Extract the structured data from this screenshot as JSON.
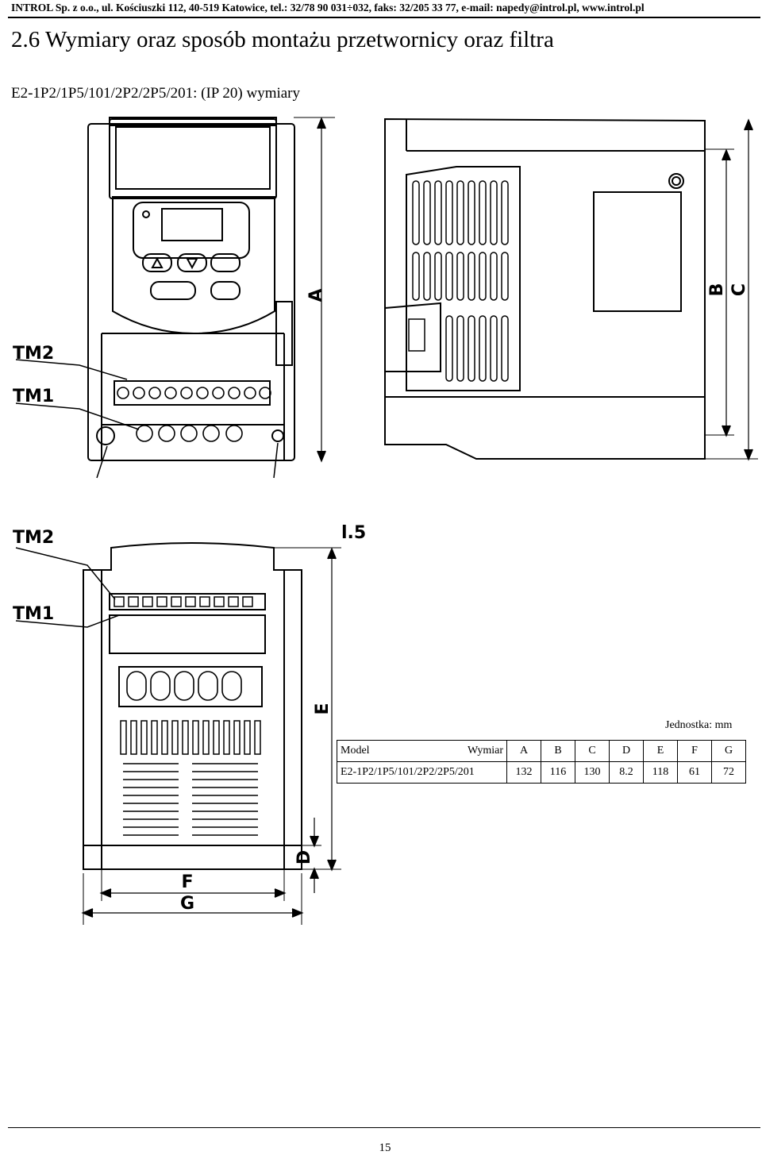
{
  "header": {
    "text": "INTROL Sp. z o.o., ul. Kościuszki 112, 40-519 Katowice, tel.: 32/78 90 031÷032, faks: 32/205 33 77, e-mail: napedy@introl.pl, www.introl.pl"
  },
  "title": "2.6 Wymiary oraz sposób montażu przetwornicy oraz filtra",
  "subtitle": "E2-1P2/1P5/101/2P2/2P5/201: (IP 20) wymiary",
  "drawing": {
    "labels": {
      "tm2": "TM2",
      "tm1": "TM1",
      "tm2_bottom": "TM2",
      "tm1_bottom": "TM1",
      "dim_a": "A",
      "dim_b": "B",
      "dim_c": "C",
      "dim_d": "D",
      "dim_e": "E",
      "dim_f": "F",
      "dim_g": "G",
      "partial": "l.5"
    }
  },
  "table": {
    "unit": "Jednostka: mm",
    "header": {
      "model": "Model",
      "dimension": "Wymiar",
      "cols": [
        "A",
        "B",
        "C",
        "D",
        "E",
        "F",
        "G"
      ]
    },
    "rows": [
      {
        "model": "E2-1P2/1P5/101/2P2/2P5/201",
        "values": [
          "132",
          "116",
          "130",
          "8.2",
          "118",
          "61",
          "72"
        ]
      }
    ]
  },
  "footer": {
    "page": "15"
  }
}
